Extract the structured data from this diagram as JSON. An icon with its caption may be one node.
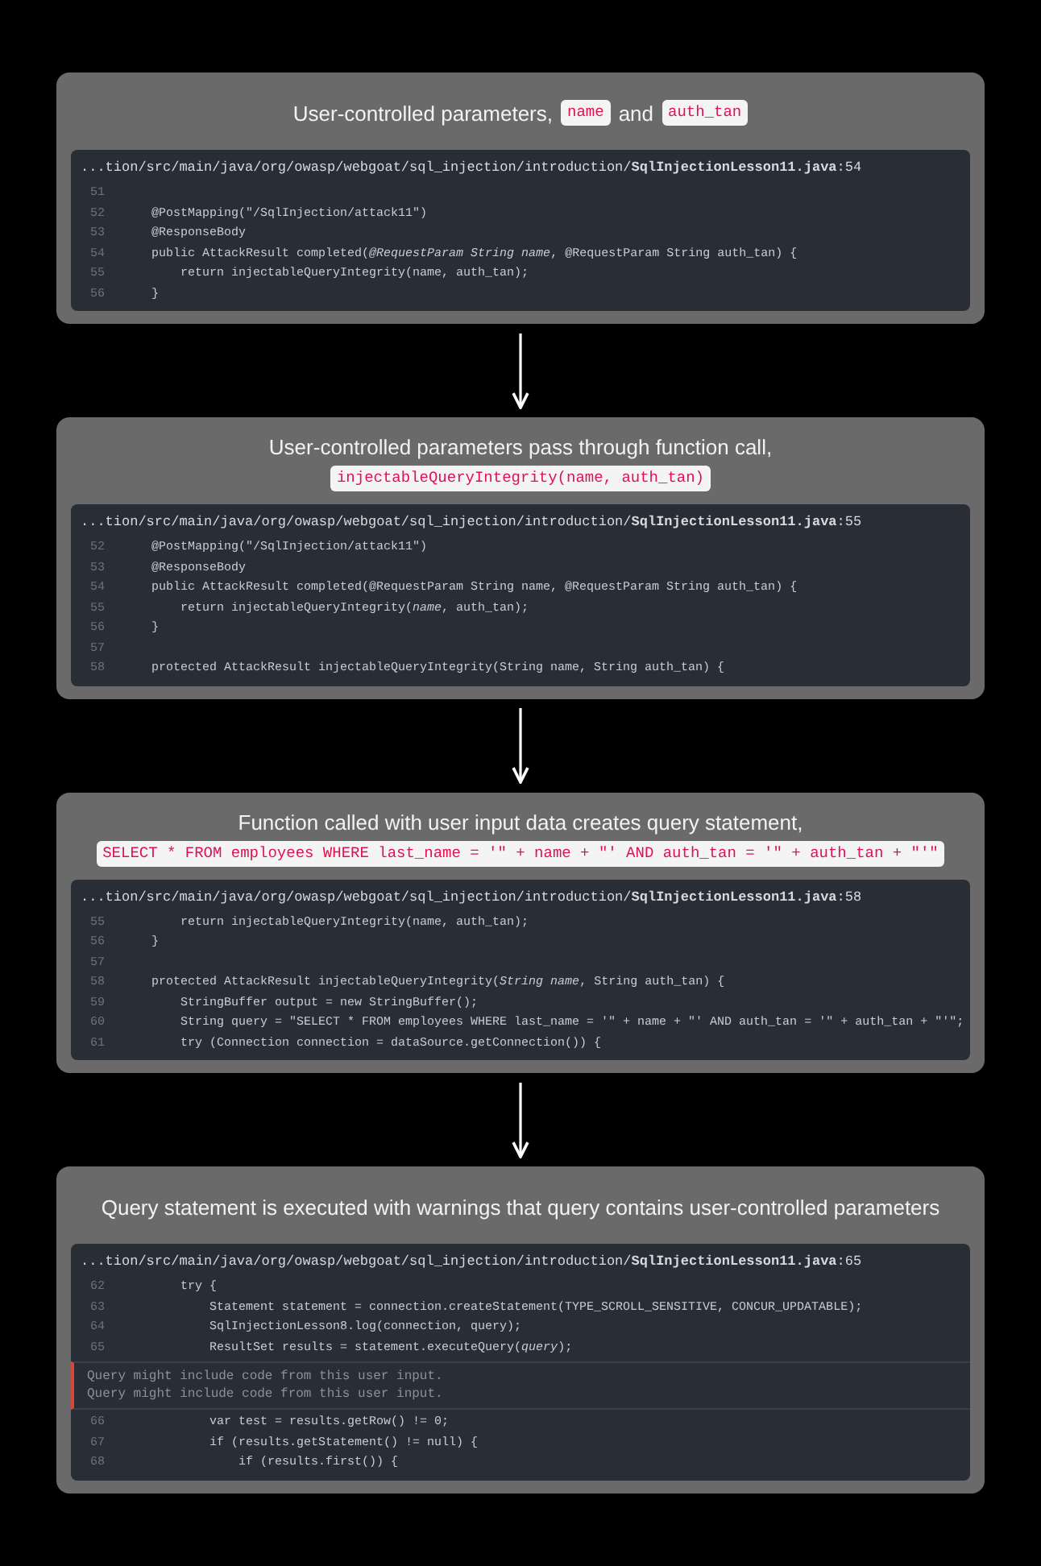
{
  "diagram": {
    "nodes": [
      {
        "text": [
          "User-controlled parameters,",
          "and"
        ]
      },
      {
        "text": [
          "name"
        ],
        "in": 0
      },
      {
        "text": [
          "auth_tan"
        ],
        "in": 0
      },
      {
        "text": [
          "...tion/src/main/java/org/owasp/webgoat/sql_injection/introduction/**SqlInjectionLesson11.java**:54",
          "51",
          "52",
          "@PostMapping(\"/SqlInjection/attack11\")",
          "53",
          "@ResponseBody",
          "54",
          "public AttackResult completed(*@RequestParam String name*, @RequestParam String auth_tan) {",
          "55",
          "return injectableQueryIntegrity(name, auth_tan);",
          "56",
          "}"
        ],
        "in": 0
      },
      {
        "text": [
          "User-controlled parameters pass through function call,"
        ]
      },
      {
        "text": [
          "injectableQueryIntegrity(name, auth_tan)"
        ],
        "in": 4
      },
      {
        "text": [
          "...tion/src/main/java/org/owasp/webgoat/sql_injection/introduction/**SqlInjectionLesson11.java**:55",
          "52",
          "@PostMapping(\"/SqlInjection/attack11\")",
          "53",
          "@ResponseBody",
          "54",
          "public AttackResult completed(@RequestParam String name, @RequestParam String auth_tan) {",
          "55",
          "return injectableQueryIntegrity(*name*, auth_tan);",
          "56",
          "}",
          "57",
          "58",
          "protected AttackResult injectableQueryIntegrity(String name, String auth_tan) {"
        ],
        "in": 4
      },
      {
        "text": [
          "Function called with user input data creates query statement,"
        ]
      },
      {
        "text": [
          "SELECT * FROM employees WHERE last_name = '\" + name + \"' AND auth_tan = '\" + auth_tan + \"'\""
        ],
        "in": 7
      },
      {
        "text": [
          "...tion/src/main/java/org/owasp/webgoat/sql_injection/introduction/**SqlInjectionLesson11.java**:58",
          "55",
          "return injectableQueryIntegrity(name, auth_tan);",
          "56",
          "}",
          "57",
          "58",
          "protected AttackResult injectableQueryIntegrity(*String name*, String auth_tan) {",
          "59",
          "StringBuffer output = new StringBuffer();",
          "60",
          "String query = \"SELECT * FROM employees WHERE last_name = '\" + name + \"' AND auth_tan = '\" + auth_tan + \"'\";",
          "61",
          "try (Connection connection = dataSource.getConnection()) {"
        ],
        "in": 7
      },
      {
        "text": [
          "Query statement is executed with warnings that query contains user-controlled parameters"
        ]
      },
      {
        "text": [
          "...tion/src/main/java/org/owasp/webgoat/sql_injection/introduction/**SqlInjectionLesson11.java**:65",
          "62",
          "try {",
          "63",
          "Statement statement = connection.createStatement(TYPE_SCROLL_SENSITIVE, CONCUR_UPDATABLE);",
          "64",
          "SqlInjectionLesson8.log(connection, query);",
          "65",
          "ResultSet results = statement.executeQuery(*query*);",
          "Query might include code from this user input.",
          "Query might include code from this user input.",
          "66",
          "var test = results.getRow() != 0;",
          "67",
          "if (results.getStatement() != null) {",
          "68",
          "if (results.first()) {"
        ],
        "in": 10
      }
    ],
    "edges": [
      {
        "from": 0,
        "to": 4,
        "arrow": "to"
      },
      {
        "from": 4,
        "to": 7,
        "arrow": "to"
      },
      {
        "from": 7,
        "to": 10,
        "arrow": "to"
      }
    ]
  }
}
